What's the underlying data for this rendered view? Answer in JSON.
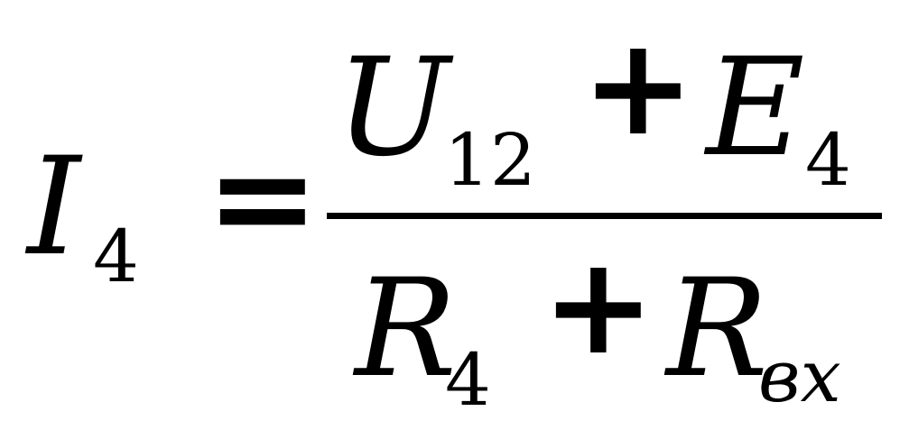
{
  "formula": {
    "lhs": {
      "symbol": "I",
      "subscript": "4"
    },
    "equals": "=",
    "numerator": {
      "term1": {
        "symbol": "U",
        "subscript": "12"
      },
      "operator": "+",
      "term2": {
        "symbol": "E",
        "subscript": "4"
      }
    },
    "denominator": {
      "term1": {
        "symbol": "R",
        "subscript": "4"
      },
      "operator": "+",
      "term2": {
        "symbol": "R",
        "subscript": "вх"
      }
    }
  }
}
